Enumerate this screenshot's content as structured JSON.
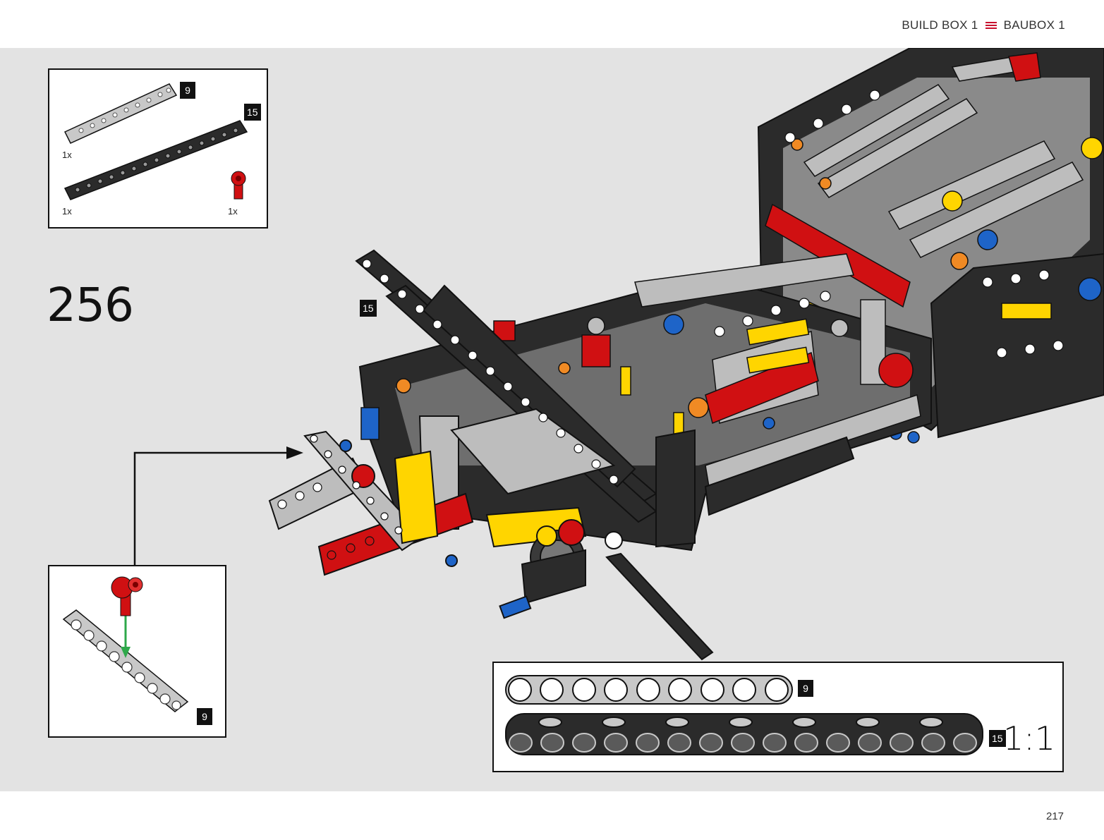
{
  "header": {
    "build_box_en": "BUILD BOX 1",
    "build_box_de": "BAUBOX 1",
    "menu_icon": "three-line-menu-icon",
    "accent_color": "#c8102e"
  },
  "parts_list": {
    "items": [
      {
        "part": "light-gray-technic-beam",
        "length_badge": "9",
        "quantity": "1x"
      },
      {
        "part": "black-technic-beam",
        "length_badge": "15",
        "quantity": "1x"
      },
      {
        "part": "red-axle-connector",
        "quantity": "1x"
      }
    ]
  },
  "step": {
    "number": "256"
  },
  "main_model": {
    "beam_callout_badge": "15"
  },
  "sub_assembly": {
    "beam_badge": "9"
  },
  "scale_guide": {
    "beam_9_badge": "9",
    "beam_15_badge": "15",
    "scale": "1:1"
  },
  "footer": {
    "page_number": "217"
  },
  "colors": {
    "background": "#e3e3e3",
    "black_beam": "#2b2b2b",
    "gray_beam": "#bdbdbd",
    "red_part": "#d01012",
    "yellow_part": "#ffd500",
    "blue_part": "#1e64c8",
    "orange_part": "#f08a24",
    "guide_arrow": "#2ea84a"
  }
}
